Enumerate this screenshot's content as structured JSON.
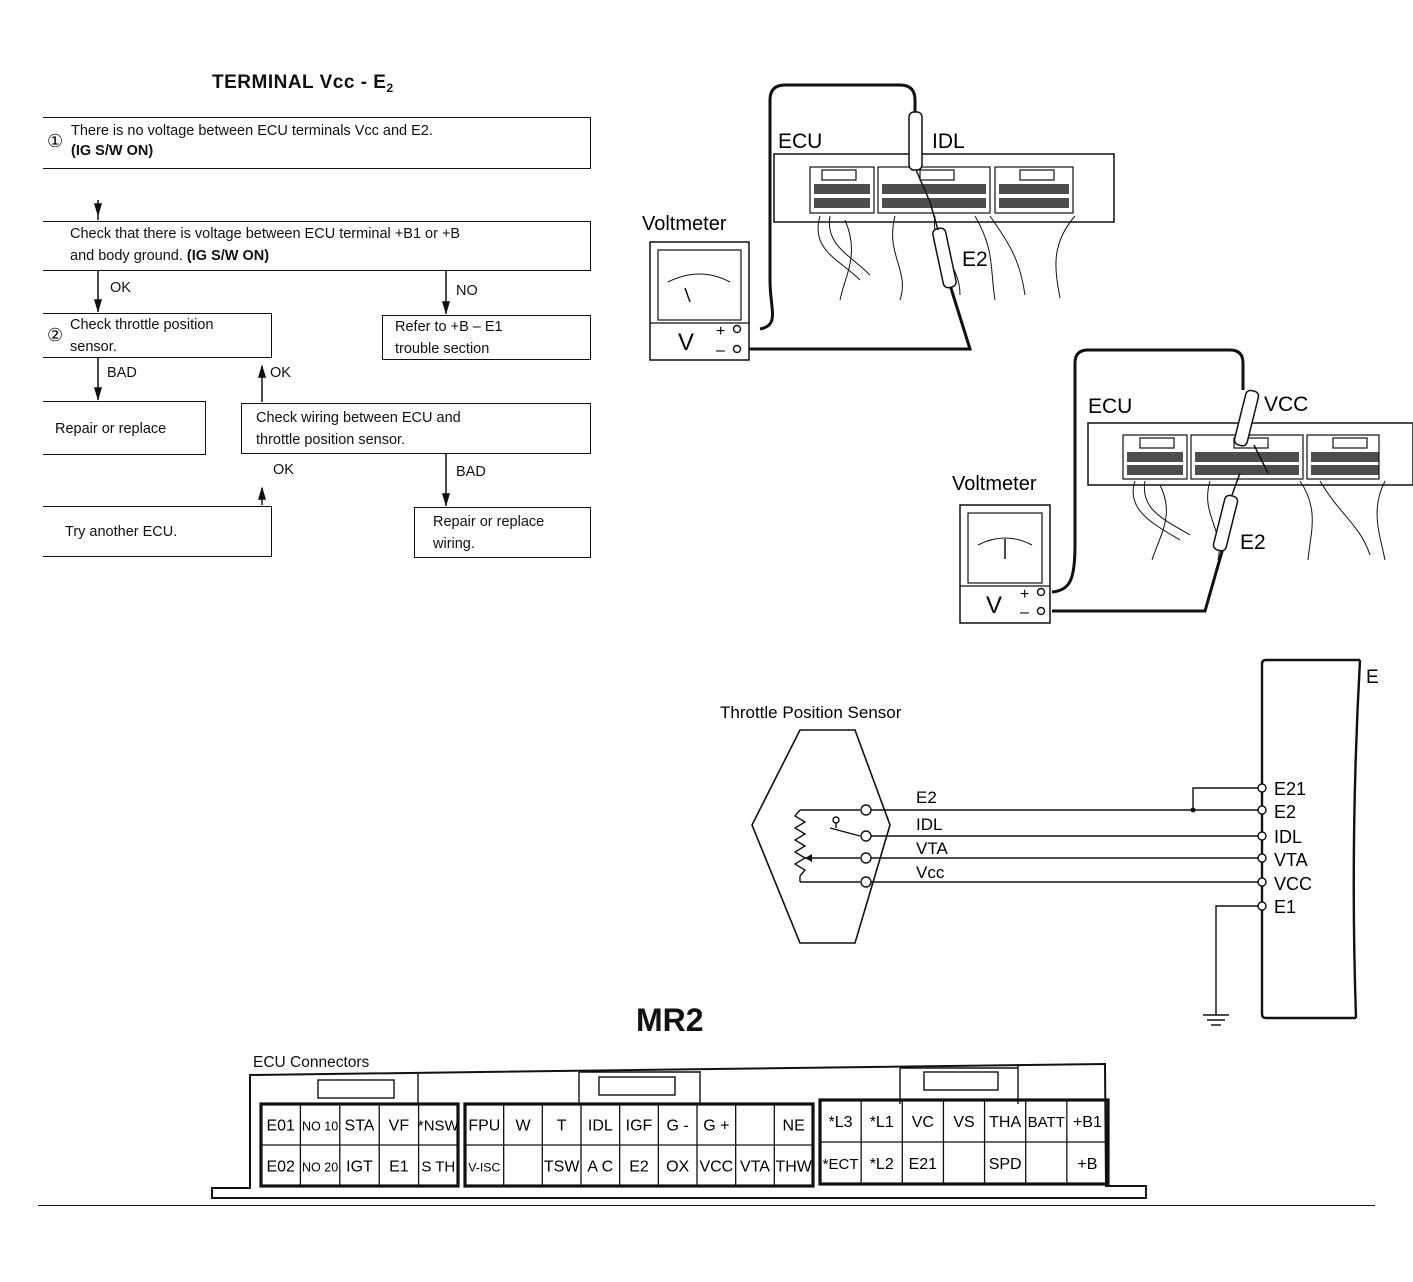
{
  "flowchart": {
    "title_main": "TERMINAL Vcc - E",
    "title_sub": "2",
    "step1": {
      "num": "①",
      "line1": "There is no voltage between ECU terminals Vcc and E2.",
      "line2": "(IG S/W ON)"
    },
    "check_voltage": {
      "line1": "Check that there is voltage between ECU terminal  +B1 or  +B",
      "line2_a": "and body ground. ",
      "line2_b": "(IG S/W ON)"
    },
    "ok_1": "OK",
    "no_1": "NO",
    "step2": {
      "num": "②",
      "line1": "Check throttle position",
      "line2": "sensor."
    },
    "refer": {
      "line1": "Refer to  +B  –  E1",
      "line2": "trouble section"
    },
    "bad_1": "BAD",
    "ok_2": "OK",
    "repair_replace": "Repair or replace",
    "check_wiring": {
      "line1": "Check wiring between ECU and",
      "line2": "throttle position sensor."
    },
    "ok_3": "OK",
    "bad_2": "BAD",
    "try_ecu": "Try another ECU.",
    "repair_wiring": {
      "line1": "Repair or replace",
      "line2": "wiring."
    }
  },
  "meter_diagram_1": {
    "ecu": "ECU",
    "probe_top": "IDL",
    "probe_bottom": "E2",
    "voltmeter": "Voltmeter",
    "v": "V",
    "plus": "+",
    "minus": "–"
  },
  "meter_diagram_2": {
    "ecu": "ECU",
    "probe_top": "VCC",
    "probe_bottom": "E2",
    "voltmeter": "Voltmeter",
    "v": "V",
    "plus": "+",
    "minus": "–"
  },
  "circuit": {
    "sensor_label": "Throttle Position Sensor",
    "wire_labels": [
      "E2",
      "IDL",
      "VTA",
      "Vcc"
    ],
    "ecu_terminals": [
      "E21",
      "E2",
      "IDL",
      "VTA",
      "VCC",
      "E1"
    ],
    "ecu_cut_label": "E"
  },
  "connectors": {
    "heading": "MR2",
    "label": "ECU Connectors",
    "left": [
      [
        "E01",
        "NO 10",
        "STA",
        "VF",
        "*NSW"
      ],
      [
        "E02",
        "NO 20",
        "IGT",
        "E1",
        "S TH"
      ]
    ],
    "middle": [
      [
        "FPU",
        "W",
        "T",
        "IDL",
        "IGF",
        "G -",
        "G +",
        "",
        "NE"
      ],
      [
        "V-ISC",
        "",
        "TSW",
        "A C",
        "E2",
        "OX",
        "VCC",
        "VTA",
        "THW"
      ]
    ],
    "right": [
      [
        "*L3",
        "*L1",
        "VC",
        "VS",
        "THA",
        "BATT",
        "+B1"
      ],
      [
        "*ECT",
        "*L2",
        "E21",
        "",
        "SPD",
        "",
        "+B"
      ]
    ]
  }
}
